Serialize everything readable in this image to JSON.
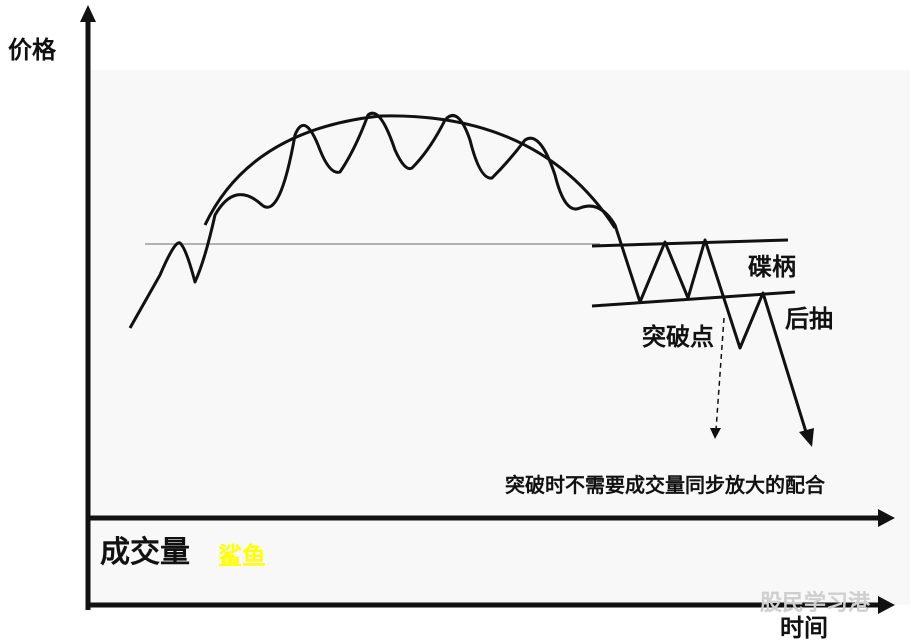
{
  "axes": {
    "price_label": "价格",
    "volume_label": "成交量",
    "time_label": "时间"
  },
  "annotations": {
    "handle": "碟柄",
    "pullback": "后抽",
    "breakout_point": "突破点",
    "note": "突破时不需要成交量同步放大的配合"
  },
  "watermark_author": "鲨鱼",
  "watermark_source": "股民学习港",
  "colors": {
    "line": "#111111",
    "neckline": "#9a9a9a",
    "author_watermark": "#ffff00",
    "background": "#f8f8f8"
  }
}
